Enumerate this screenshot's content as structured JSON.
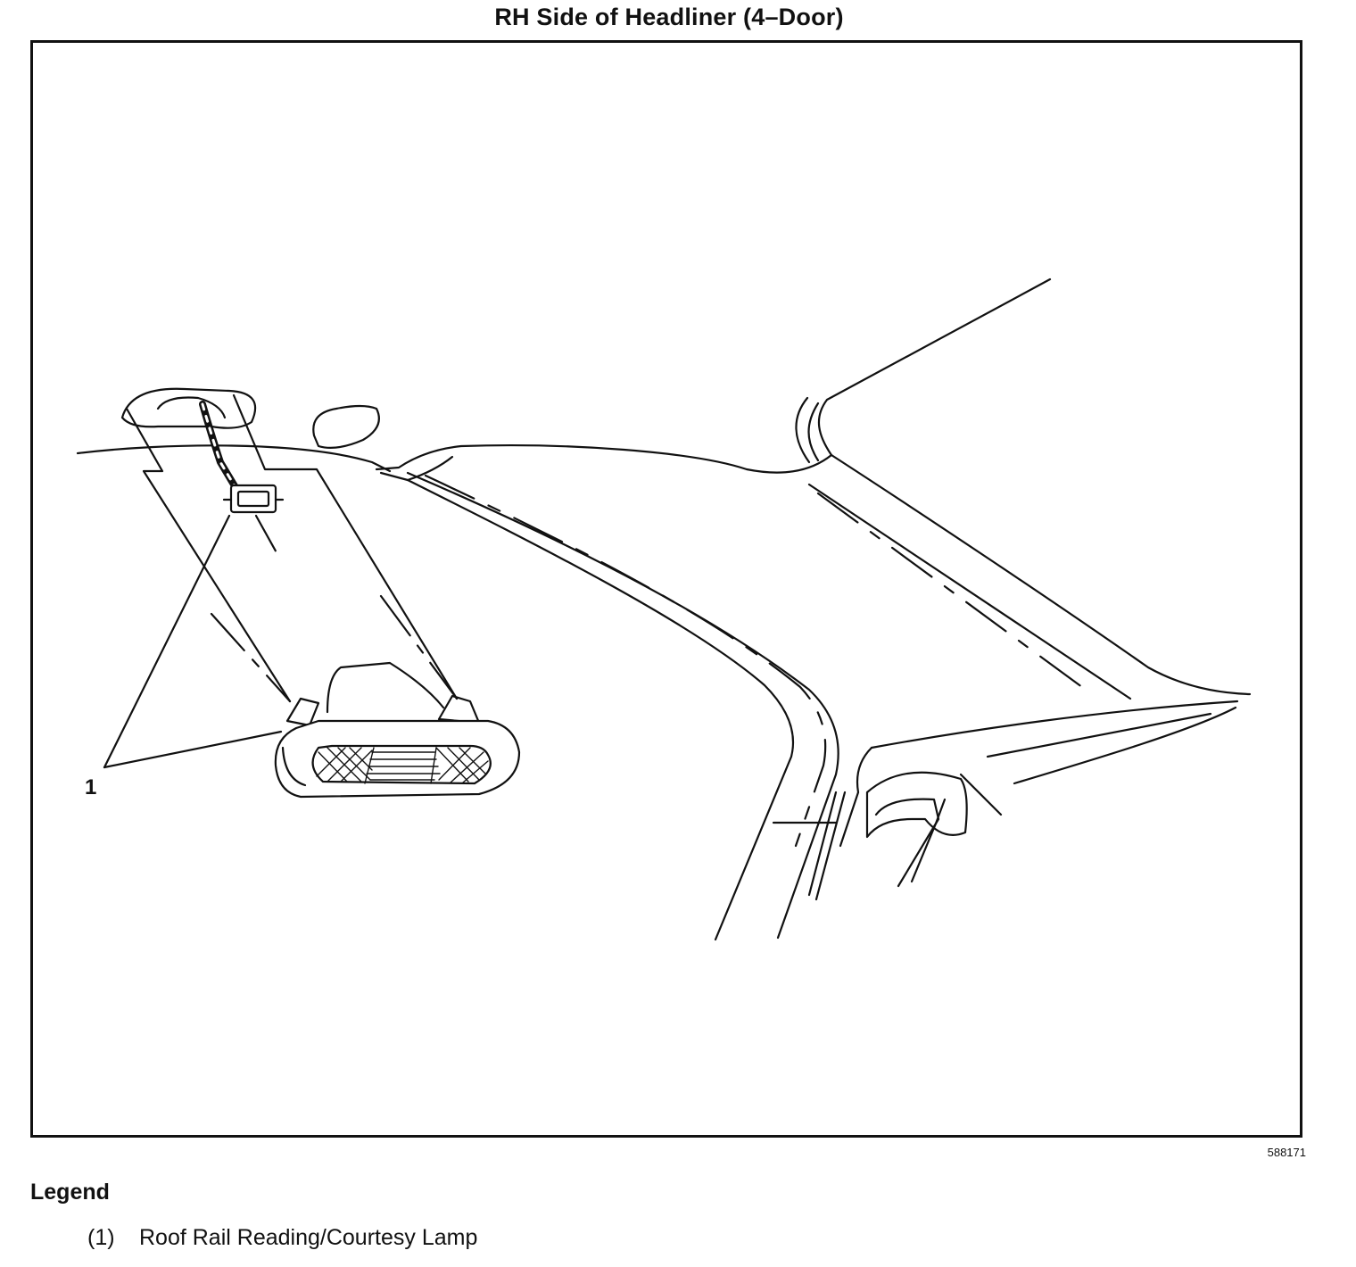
{
  "title": "RH Side of Headliner (4–Door)",
  "figure_number": "588171",
  "callouts": [
    {
      "label": "1"
    }
  ],
  "legend": {
    "heading": "Legend",
    "items": [
      {
        "number": "(1)",
        "text": "Roof Rail Reading/Courtesy Lamp"
      }
    ]
  }
}
